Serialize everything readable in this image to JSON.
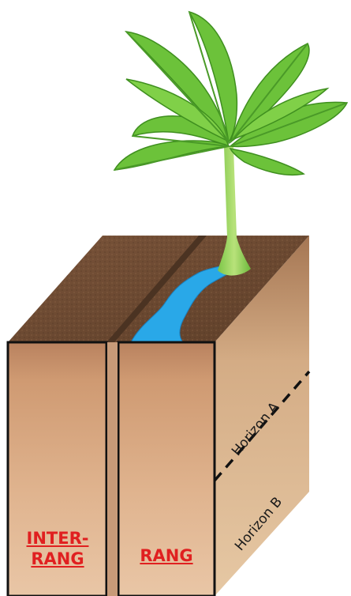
{
  "labels": {
    "inter_rang_line1": "INTER-",
    "inter_rang_line2": "RANG",
    "rang": "RANG",
    "horizon_a": "Horizon A",
    "horizon_b": "Horizon B"
  },
  "colors": {
    "label_red": "#e02020",
    "water": "#29a8e8",
    "soil_top": "#6e4a30",
    "soil_front": "#d8a880",
    "leaf": "#6cc23a"
  }
}
